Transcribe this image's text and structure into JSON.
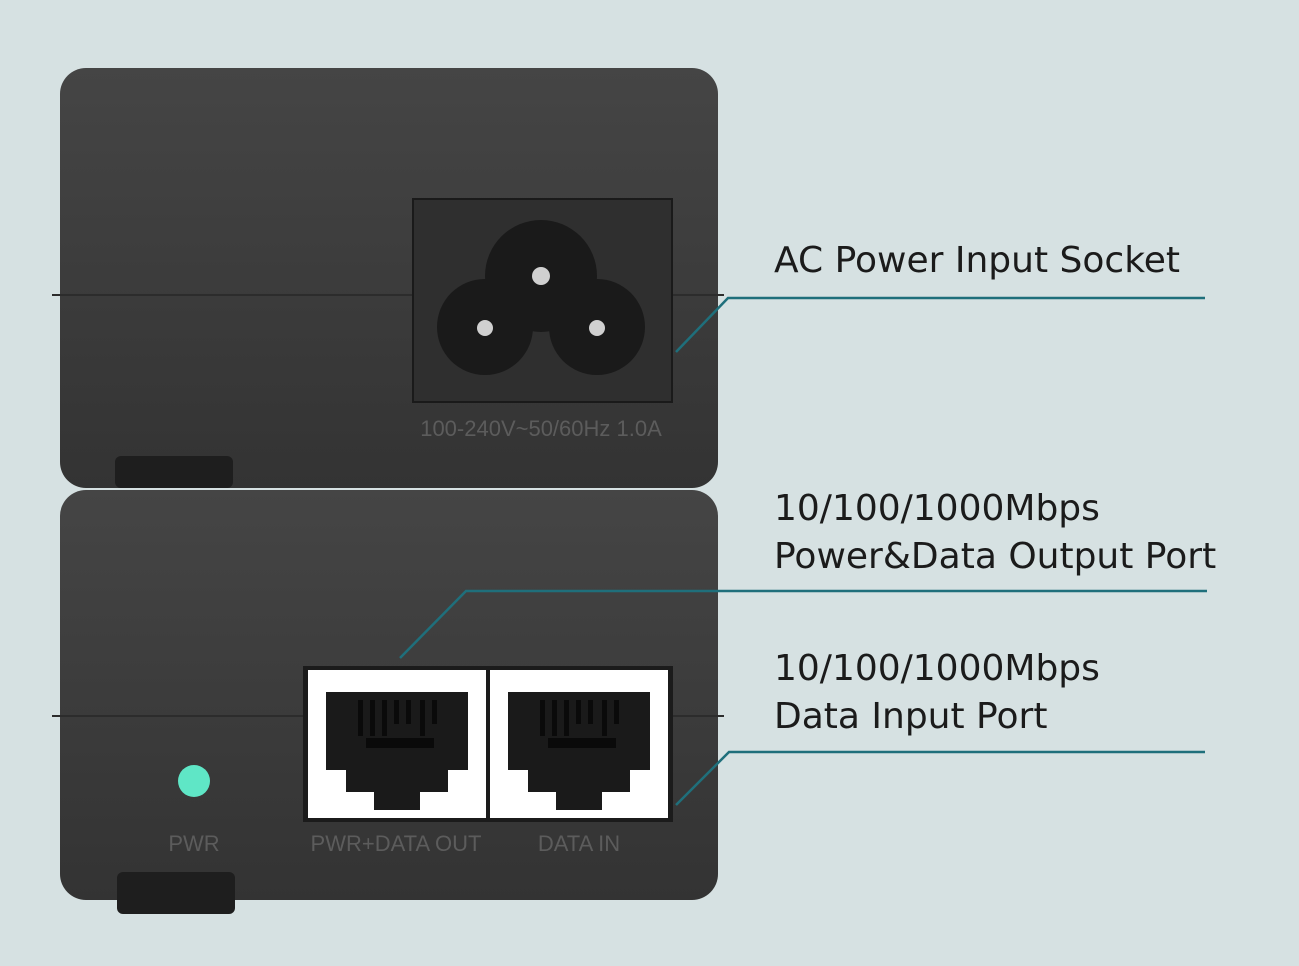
{
  "callouts": {
    "ac_socket": "AC Power Input Socket",
    "output_port_line1": "10/100/1000Mbps",
    "output_port_line2": "Power&Data Output Port",
    "input_port_line1": "10/100/1000Mbps",
    "input_port_line2": "Data Input Port"
  },
  "device_labels": {
    "rating": "100-240V~50/60Hz 1.0A",
    "pwr": "PWR",
    "pwr_data_out": "PWR+DATA OUT",
    "data_in": "DATA IN"
  },
  "colors": {
    "background": "#d6e1e2",
    "body": "#3b3b3b",
    "leader": "#1f6f7b",
    "led": "#5fe6c6"
  }
}
